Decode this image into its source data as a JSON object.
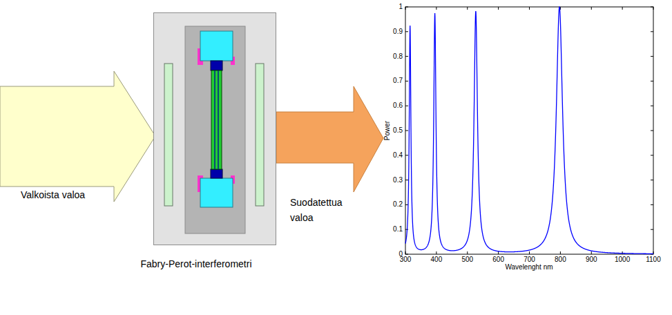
{
  "diagram": {
    "nodes": [
      {
        "text": [
          "Fabry-Perot-interferometri"
        ]
      }
    ],
    "labels": [
      "Valkoista valoa",
      "Suodatettua valoa",
      "0",
      "0.1",
      "0.2",
      "0.3",
      "0.4",
      "0.5",
      "0.6",
      "0.7",
      "0.8",
      "0.9",
      "1",
      "300",
      "400",
      "500",
      "600",
      "700",
      "800",
      "900",
      "1000",
      "1100",
      "Power",
      "Wavelenght nm"
    ]
  }
}
